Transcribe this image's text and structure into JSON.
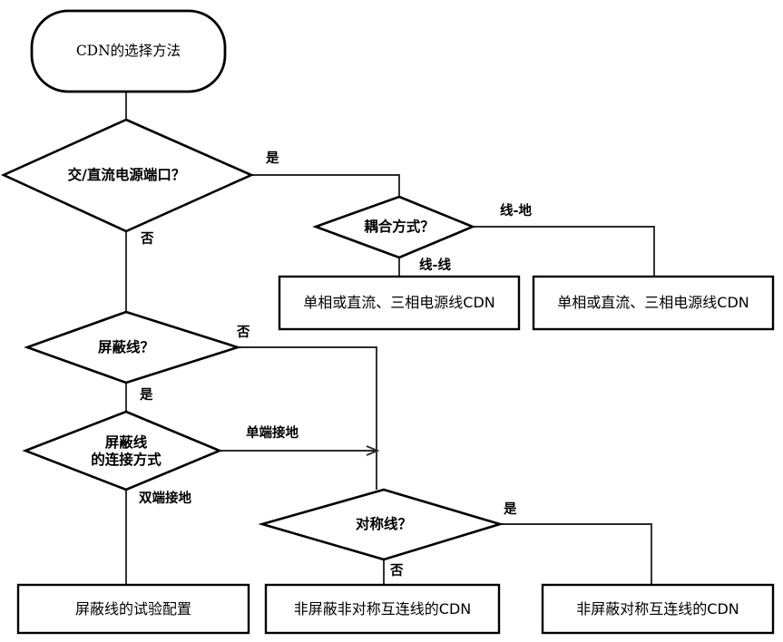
{
  "diagram": {
    "title": "CDN的选择方法",
    "type": "flowchart",
    "language": "zh",
    "nodes": [
      {
        "id": "start",
        "shape": "terminator",
        "label": "CDN的选择方法"
      },
      {
        "id": "d_power",
        "shape": "decision",
        "label": "交/直流电源端口？"
      },
      {
        "id": "d_coupling",
        "shape": "decision",
        "label": "耦合方式？"
      },
      {
        "id": "b_cdn_ll",
        "shape": "process",
        "label": "单相或直流、三相电源线CDN"
      },
      {
        "id": "b_cdn_lg",
        "shape": "process",
        "label": "单相或直流、三相电源线CDN"
      },
      {
        "id": "d_shield",
        "shape": "decision",
        "label": "屏蔽线？"
      },
      {
        "id": "d_shield_conn",
        "shape": "decision",
        "label": "屏蔽线\n的连接方式"
      },
      {
        "id": "d_symmetric",
        "shape": "decision",
        "label": "对称线？"
      },
      {
        "id": "b_shield_cfg",
        "shape": "process",
        "label": "屏蔽线的试验配置"
      },
      {
        "id": "b_unsym_cdn",
        "shape": "process",
        "label": "非屏蔽非对称互连线的CDN"
      },
      {
        "id": "b_sym_cdn",
        "shape": "process",
        "label": "非屏蔽对称互连线的CDN"
      }
    ],
    "edges": [
      {
        "id": "e_start_power",
        "from": "start",
        "to": "d_power",
        "label": ""
      },
      {
        "id": "e_power_yes",
        "from": "d_power",
        "to": "d_coupling",
        "label": "是"
      },
      {
        "id": "e_power_no",
        "from": "d_power",
        "to": "d_shield",
        "label": "否"
      },
      {
        "id": "e_coupling_lineline",
        "from": "d_coupling",
        "to": "b_cdn_ll",
        "label": "线-线"
      },
      {
        "id": "e_coupling_lineground",
        "from": "d_coupling",
        "to": "b_cdn_lg",
        "label": "线-地"
      },
      {
        "id": "e_shield_no",
        "from": "d_shield",
        "to": "d_symmetric",
        "label": "否"
      },
      {
        "id": "e_shield_yes",
        "from": "d_shield",
        "to": "d_shield_conn",
        "label": "是"
      },
      {
        "id": "e_conn_single",
        "from": "d_shield_conn",
        "to": "d_symmetric",
        "label": "单端接地"
      },
      {
        "id": "e_conn_double",
        "from": "d_shield_conn",
        "to": "b_shield_cfg",
        "label": "双端接地"
      },
      {
        "id": "e_sym_yes",
        "from": "d_symmetric",
        "to": "b_sym_cdn",
        "label": "是"
      },
      {
        "id": "e_sym_no",
        "from": "d_symmetric",
        "to": "b_unsym_cdn",
        "label": "否"
      }
    ],
    "colors": {
      "shape_stroke": "#000000",
      "connector_stroke": "#2a2a2a",
      "background": "#ffffff",
      "text": "#000000"
    }
  }
}
